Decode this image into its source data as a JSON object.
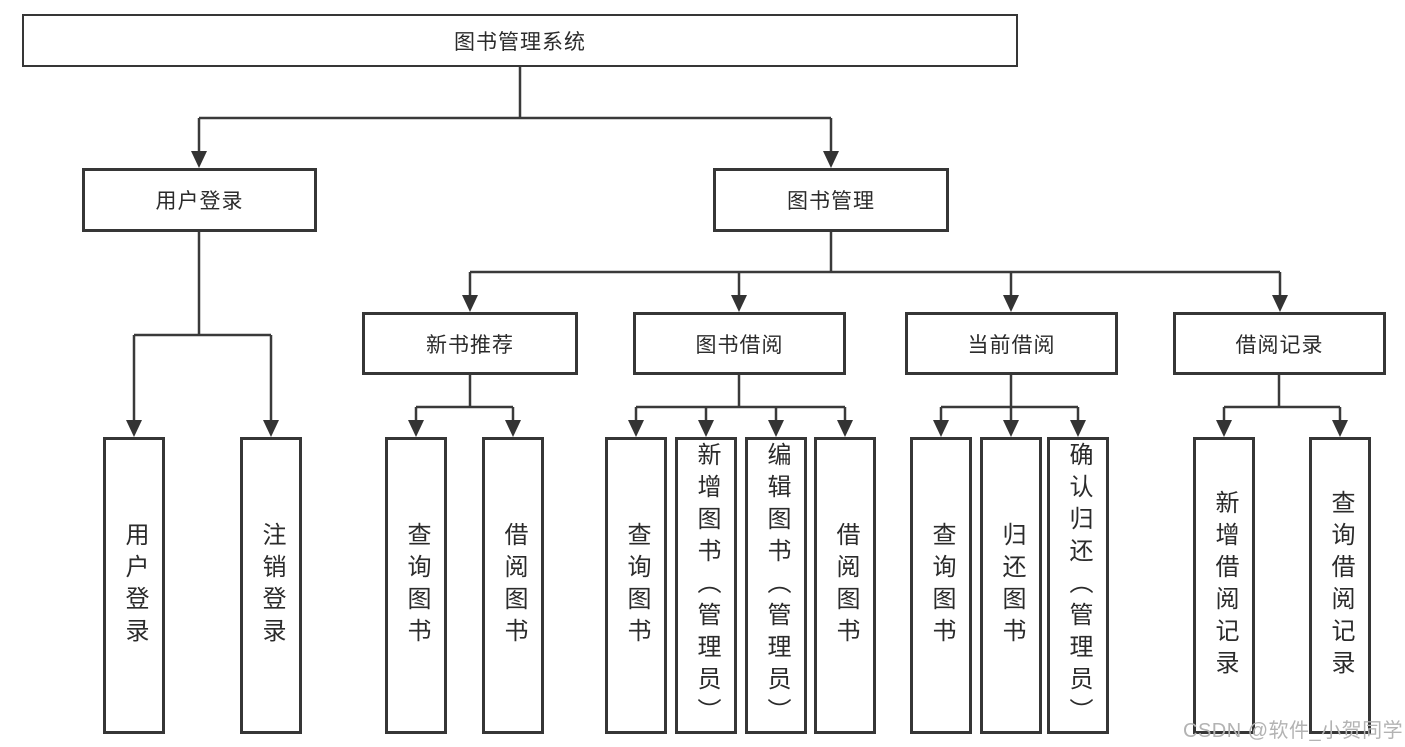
{
  "nodes": {
    "root": "图书管理系统",
    "user_login": "用户登录",
    "book_management": "图书管理",
    "new_book_recommend": "新书推荐",
    "book_borrowing": "图书借阅",
    "current_borrowing": "当前借阅",
    "borrowing_records": "借阅记录",
    "user_login_children": [
      "用户登录",
      "注销登录"
    ],
    "new_book_children": [
      "查询图书",
      "借阅图书"
    ],
    "book_borrowing_children": [
      "查询图书",
      "新增图书（管理员）",
      "编辑图书（管理员）",
      "借阅图书"
    ],
    "current_borrowing_children": [
      "查询图书",
      "归还图书",
      "确认归还（管理员）"
    ],
    "borrowing_records_children": [
      "新增借阅记录",
      "查询借阅记录"
    ]
  },
  "watermark": "CSDN @软件_小贺同学",
  "colors": {
    "line": "#3a3a3a",
    "box_border": "#363636",
    "text": "#2b2b2b",
    "watermark": "#b3b3b3",
    "background": "#ffffff"
  }
}
